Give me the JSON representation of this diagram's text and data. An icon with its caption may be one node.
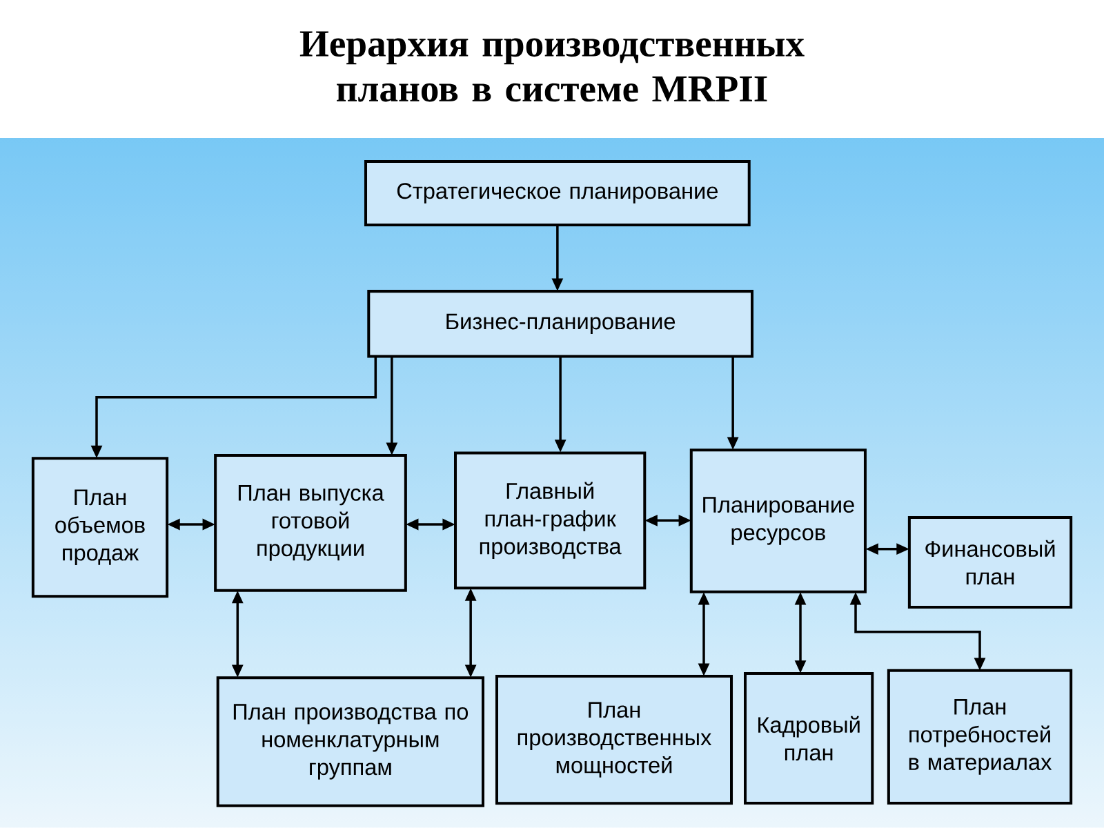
{
  "diagram": {
    "title": "Иерархия производственных планов в системе MRPII",
    "nodes": [
      {
        "text": [
          "Стратегическое планирование"
        ]
      },
      {
        "text": [
          "Бизнес-планирование"
        ]
      },
      {
        "text": [
          "План объемов продаж"
        ]
      },
      {
        "text": [
          "План выпуска готовой продукции"
        ]
      },
      {
        "text": [
          "Главный план-график производства"
        ]
      },
      {
        "text": [
          "Планирование ресурсов"
        ]
      },
      {
        "text": [
          "Финансовый план"
        ]
      },
      {
        "text": [
          "План производства по номенклатурным группам"
        ]
      },
      {
        "text": [
          "План производственных мощностей"
        ]
      },
      {
        "text": [
          "Кадровый план"
        ]
      },
      {
        "text": [
          "План потребностей в материалах"
        ]
      }
    ],
    "edges": [
      {
        "from": 0,
        "to": 1,
        "arrow": "to"
      },
      {
        "from": 1,
        "to": 2,
        "arrow": "to"
      },
      {
        "from": 1,
        "to": 3,
        "arrow": "to"
      },
      {
        "from": 1,
        "to": 4,
        "arrow": "to"
      },
      {
        "from": 1,
        "to": 5,
        "arrow": "to"
      },
      {
        "from": 2,
        "to": 3,
        "arrow": "both"
      },
      {
        "from": 3,
        "to": 4,
        "arrow": "both"
      },
      {
        "from": 4,
        "to": 5,
        "arrow": "both"
      },
      {
        "from": 5,
        "to": 6,
        "arrow": "both"
      },
      {
        "from": 3,
        "to": 7,
        "arrow": "both"
      },
      {
        "from": 4,
        "to": 7,
        "arrow": "both"
      },
      {
        "from": 5,
        "to": 8,
        "arrow": "both"
      },
      {
        "from": 5,
        "to": 9,
        "arrow": "both"
      },
      {
        "from": 5,
        "to": 10,
        "arrow": "both"
      }
    ]
  }
}
